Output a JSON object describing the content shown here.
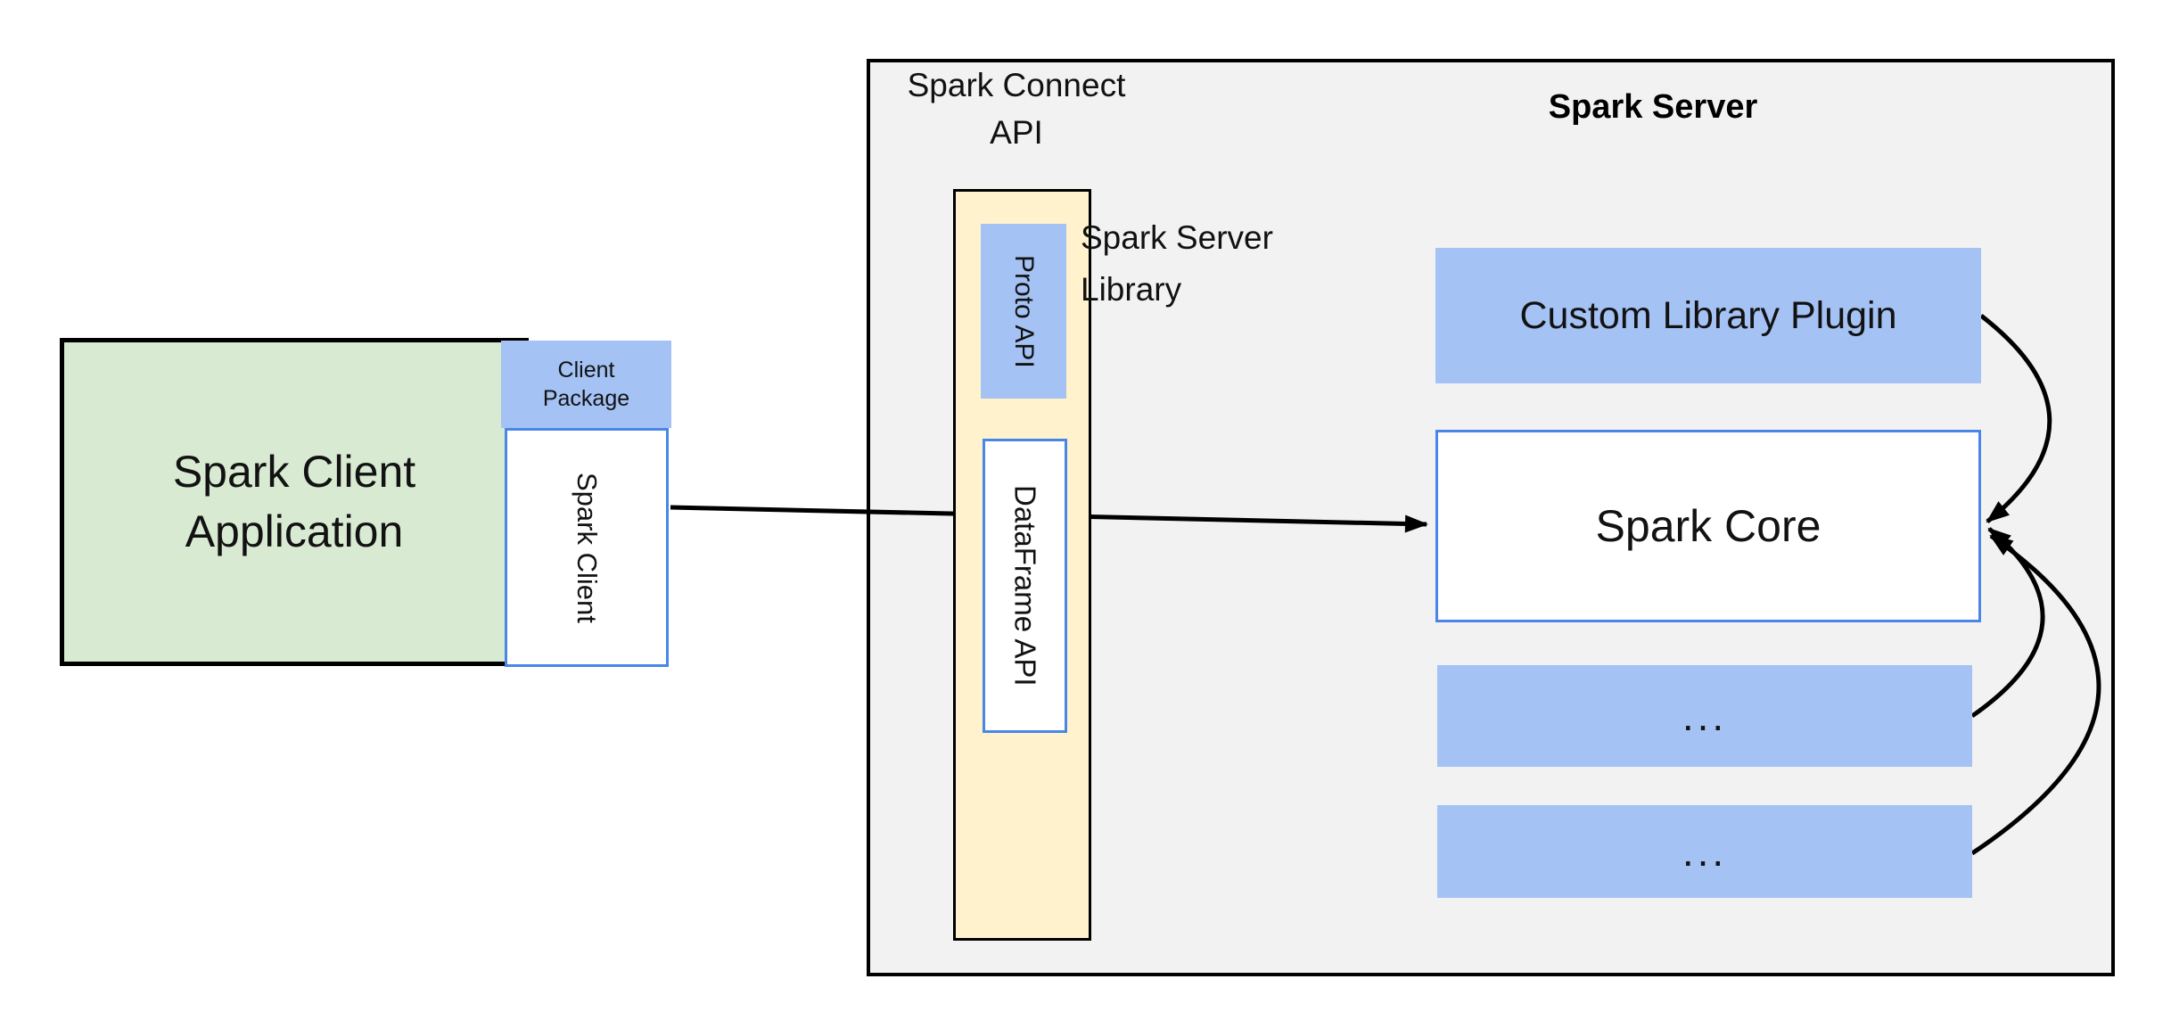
{
  "colors": {
    "green_fill": "#d9ead3",
    "blue_fill": "#a4c2f4",
    "yellow_fill": "#fff2cc",
    "gray_fill": "#f2f2f3",
    "blue_border": "#4a86e8",
    "line_color": "#000000",
    "text_color": "#121212"
  },
  "client_side": {
    "application_label": "Spark Client Application",
    "package_label": "Client Package",
    "client_label": "Spark Client"
  },
  "connect_api": {
    "region_label": "Spark Connect API",
    "server_library_label": "Spark Server Library",
    "proto_api_label": "Proto API",
    "dataframe_api_label": "DataFrame API"
  },
  "server": {
    "title": "Spark Server",
    "plugin_label": "Custom Library Plugin",
    "core_label": "Spark Core",
    "more_label_1": "...",
    "more_label_2": "..."
  }
}
